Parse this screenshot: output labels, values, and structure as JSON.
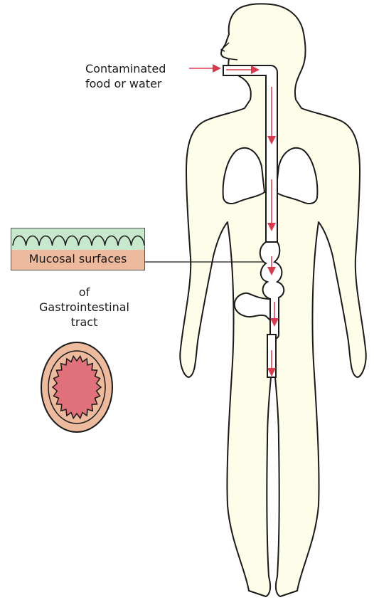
{
  "labels": {
    "intake_line1": "Contaminated",
    "intake_line2": "food or water",
    "mucosal": "Mucosal surfaces",
    "of": "of",
    "gi_line1": "Gastrointestinal",
    "gi_line2": "tract"
  },
  "colors": {
    "body_fill": "#fdfde9",
    "outline": "#1a1a1a",
    "arrow": "#d83a4e",
    "mucosa_green": "#c7e8cc",
    "tissue_pink": "#eeba9e",
    "lumen_red": "#e0707a"
  }
}
